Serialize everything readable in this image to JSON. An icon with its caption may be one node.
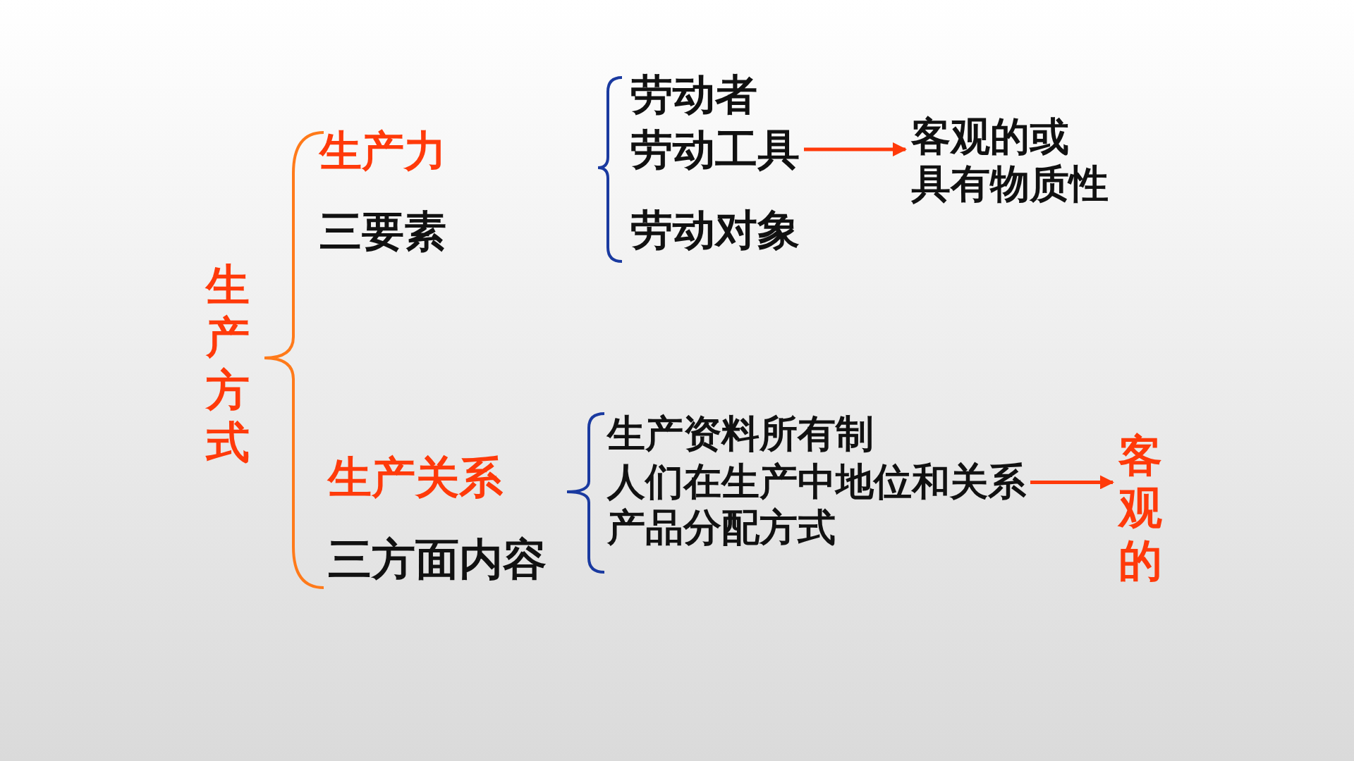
{
  "diagram": {
    "nodes": [
      {
        "text": [
          "劳动工具"
        ]
      },
      {
        "text": [
          "**客观的**或",
          "具有物质性"
        ]
      },
      {
        "text": [
          "人们在生产中地位和关系"
        ]
      },
      {
        "text": [
          "客观的"
        ]
      }
    ],
    "edges": [
      {
        "from": 0,
        "to": 1,
        "arrow": "to"
      },
      {
        "from": 2,
        "to": 3,
        "arrow": "to"
      }
    ],
    "labels": [
      "生产方式",
      "生产力",
      "三要素",
      "劳动者",
      "劳动对象",
      "生产关系",
      "三方面内容",
      "生产资料所有制",
      "产品分配方式"
    ]
  }
}
